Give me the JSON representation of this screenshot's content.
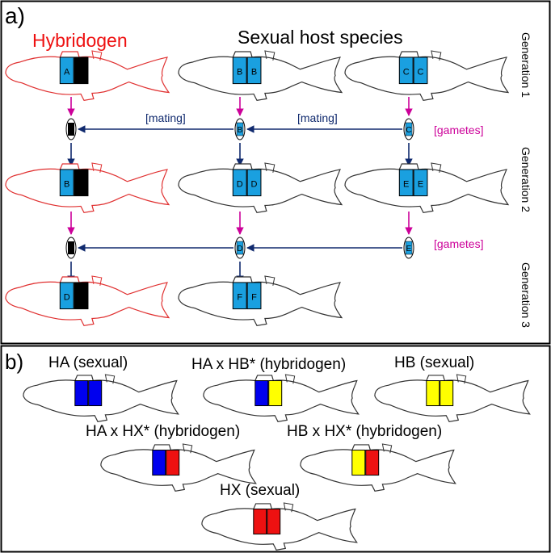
{
  "panel_a": {
    "label": "a)",
    "hybrid_title": "Hybridogen",
    "host_title": "Sexual host species",
    "generations": [
      "Generation 1",
      "Generation 2",
      "Generation 3"
    ],
    "mating_label": "[mating]",
    "gametes_label": "[gametes]",
    "fish_gen1": [
      {
        "role": "hybridogen",
        "genomes": [
          "A",
          "black"
        ]
      },
      {
        "role": "host",
        "genomes": [
          "B",
          "B"
        ]
      },
      {
        "role": "host",
        "genomes": [
          "C",
          "C"
        ]
      }
    ],
    "gametes_gen1": [
      "",
      "B",
      "C"
    ],
    "fish_gen2": [
      {
        "role": "hybridogen",
        "genomes": [
          "B",
          "black"
        ]
      },
      {
        "role": "host",
        "genomes": [
          "D",
          "D"
        ]
      },
      {
        "role": "host",
        "genomes": [
          "E",
          "E"
        ]
      }
    ],
    "gametes_gen2": [
      "",
      "D",
      "E"
    ],
    "fish_gen3": [
      {
        "role": "hybridogen",
        "genomes": [
          "D",
          "black"
        ]
      },
      {
        "role": "host",
        "genomes": [
          "F",
          "F"
        ]
      }
    ]
  },
  "panel_b": {
    "label": "b)",
    "fish": [
      {
        "title": "HA (sexual)",
        "genomes": [
          "blue",
          "blue"
        ]
      },
      {
        "title": "HA x HB* (hybridogen)",
        "genomes": [
          "blue",
          "yellow"
        ]
      },
      {
        "title": "HB (sexual)",
        "genomes": [
          "yellow",
          "yellow"
        ]
      },
      {
        "title": "HA x HX* (hybridogen)",
        "genomes": [
          "blue",
          "red"
        ]
      },
      {
        "title": "HB x HX* (hybridogen)",
        "genomes": [
          "yellow",
          "red"
        ]
      },
      {
        "title": "HX (sexual)",
        "genomes": [
          "red",
          "red"
        ]
      }
    ]
  },
  "colors": {
    "hybrid_outline": "#e03030",
    "host_outline": "#333333",
    "genome_cyan": "#1aa0e0",
    "genome_black": "#000000",
    "genome_blue": "#0000ee",
    "genome_yellow": "#ffff00",
    "genome_red": "#ee1111",
    "arrow_magenta": "#cc0099",
    "arrow_navy": "#102a6e",
    "text_red": "#ee1111",
    "text_magenta": "#cc0099",
    "text_navy": "#102a6e"
  }
}
